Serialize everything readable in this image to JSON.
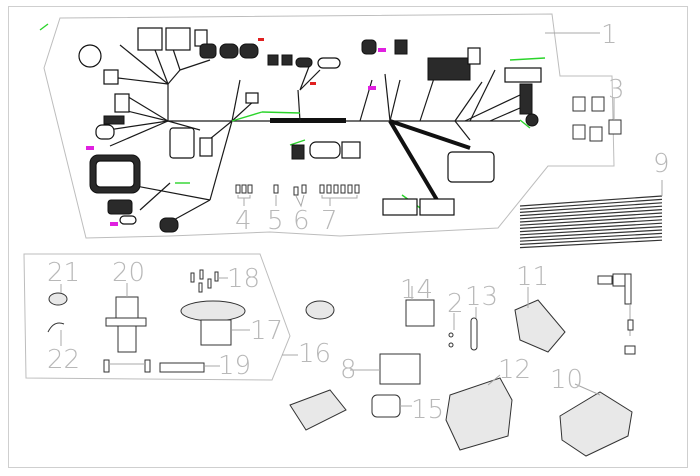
{
  "diagram": {
    "title": "Electrical system parts diagram",
    "colors": {
      "wire": "#1a1a1a",
      "highlight_wire": "#2bd42b",
      "callout_text": "#b8b8b8",
      "tag_magenta": "#e020e0",
      "tag_red": "#e02020"
    },
    "callouts": [
      {
        "id": "1",
        "label": "1",
        "part": "main wiring harness"
      },
      {
        "id": "2",
        "label": "2",
        "part": "screws"
      },
      {
        "id": "3",
        "label": "3",
        "part": "relays"
      },
      {
        "id": "4",
        "label": "4",
        "part": "terminals (x3)"
      },
      {
        "id": "5",
        "label": "5",
        "part": "terminal"
      },
      {
        "id": "6",
        "label": "6",
        "part": "terminals (x2)"
      },
      {
        "id": "7",
        "label": "7",
        "part": "terminals (x6)"
      },
      {
        "id": "8",
        "label": "8",
        "part": "label / pad"
      },
      {
        "id": "9",
        "label": "9",
        "part": "wire bundle"
      },
      {
        "id": "10",
        "label": "10",
        "part": "ECU"
      },
      {
        "id": "11",
        "label": "11",
        "part": "connector module"
      },
      {
        "id": "12",
        "label": "12",
        "part": "battery"
      },
      {
        "id": "13",
        "label": "13",
        "part": "fuse/blade"
      },
      {
        "id": "14",
        "label": "14",
        "part": "relay"
      },
      {
        "id": "15",
        "label": "15",
        "part": "starter relay"
      },
      {
        "id": "16",
        "label": "16",
        "part": "ignition switch assembly"
      },
      {
        "id": "17",
        "label": "17",
        "part": "switch housing"
      },
      {
        "id": "18",
        "label": "18",
        "part": "screws"
      },
      {
        "id": "19",
        "label": "19",
        "part": "clamp"
      },
      {
        "id": "20",
        "label": "20",
        "part": "lock cylinder"
      },
      {
        "id": "21",
        "label": "21",
        "part": "cap"
      },
      {
        "id": "22",
        "label": "22",
        "part": "clip"
      }
    ]
  }
}
